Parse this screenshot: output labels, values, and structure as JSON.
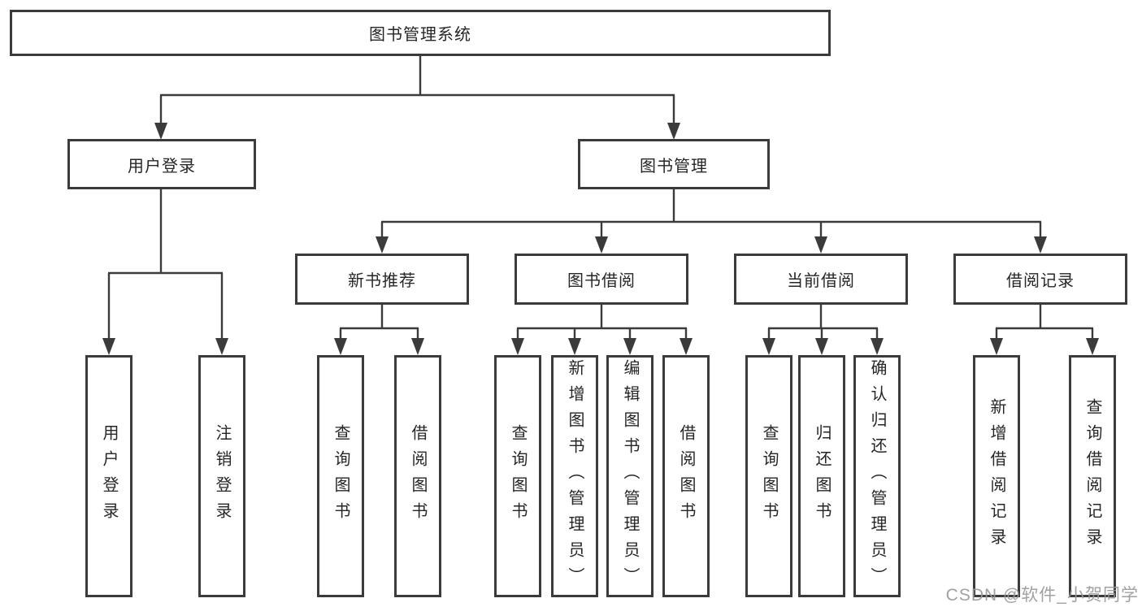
{
  "tree": {
    "root": {
      "label": "图书管理系统",
      "children": [
        {
          "label": "用户登录",
          "children": [
            {
              "label": "用户登录"
            },
            {
              "label": "注销登录"
            }
          ]
        },
        {
          "label": "图书管理",
          "children": [
            {
              "label": "新书推荐",
              "children": [
                {
                  "label": "查询图书"
                },
                {
                  "label": "借阅图书"
                }
              ]
            },
            {
              "label": "图书借阅",
              "children": [
                {
                  "label": "查询图书"
                },
                {
                  "label": "新增图书（管理员）"
                },
                {
                  "label": "编辑图书（管理员）"
                },
                {
                  "label": "借阅图书"
                }
              ]
            },
            {
              "label": "当前借阅",
              "children": [
                {
                  "label": "查询图书"
                },
                {
                  "label": "归还图书"
                },
                {
                  "label": "确认归还（管理员）"
                }
              ]
            },
            {
              "label": "借阅记录",
              "children": [
                {
                  "label": "新增借阅记录"
                },
                {
                  "label": "查询借阅记录"
                }
              ]
            }
          ]
        }
      ]
    }
  },
  "watermark": "CSDN @软件_小贺同学",
  "colors": {
    "line": "#3b3b3b",
    "box_border": "#3b3b3b",
    "box_fill": "#ffffff",
    "text": "#262626",
    "watermark": "#999999",
    "background": "#ffffff"
  }
}
